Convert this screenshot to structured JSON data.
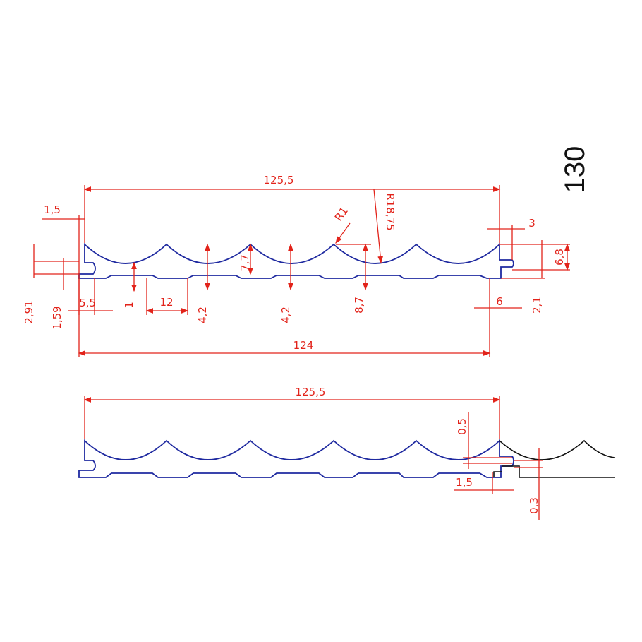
{
  "model": {
    "label": "130"
  },
  "top_view": {
    "dimensions": {
      "overall_width": "125,5",
      "base_width": "124",
      "left_tongue_offset": "1,5",
      "tongue_height": "2,91",
      "tongue_thickness": "1,59",
      "tongue_depth": "5,5",
      "groove_depth": "1",
      "groove_width": "12",
      "groove_spacing_a": "4,2",
      "groove_spacing_b": "4,2",
      "crest_height": "7,7",
      "radius_small": "R1",
      "radius_large": "R18,75",
      "trough_depth": "8,7",
      "right_lip": "3",
      "right_height": "6,8",
      "right_step": "2,1",
      "right_groove": "6"
    }
  },
  "bottom_view": {
    "dimensions": {
      "overall_width": "125,5",
      "gap_vertical": "0,5",
      "joint_overlap": "1,5",
      "joint_clearance": "0,3"
    }
  }
}
